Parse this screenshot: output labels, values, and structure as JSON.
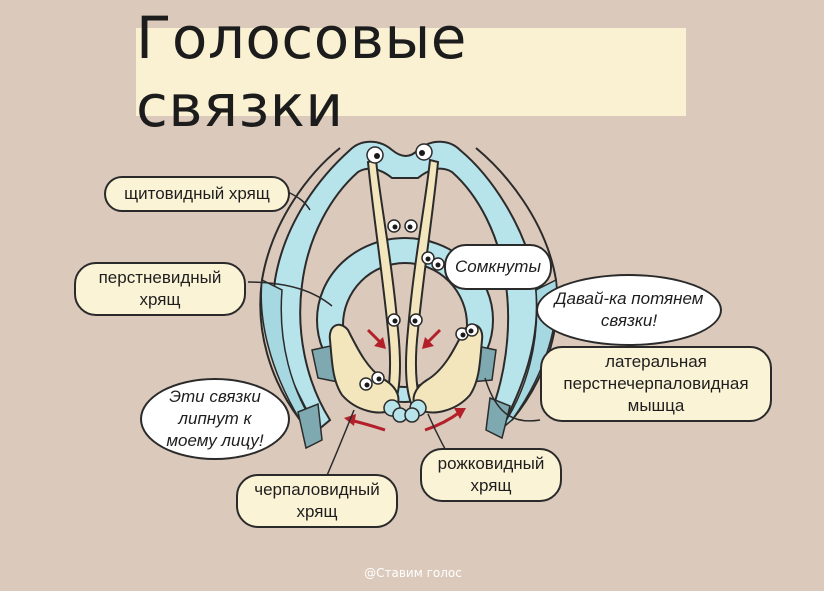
{
  "title": "Голосовые связки",
  "labels": {
    "thyroid": "щитовидный хрящ",
    "cricoid": "перстневидный хрящ",
    "arytenoid": "черпаловидный хрящ",
    "corniculate": "рожковидный хрящ",
    "muscle": "латеральная перстнечерпаловидная мышца"
  },
  "speech": {
    "closed": "Сомкнуты",
    "pull": "Давай-ка потянем связки!",
    "stick": "Эти связки липнут к моему лицу!"
  },
  "credit": "@Ставим голос",
  "colors": {
    "background": "#dbc9bb",
    "cartilage_blue": "#b7e3ea",
    "outline": "#2b2b2b",
    "arytenoid_fill": "#f3e6bd",
    "arrows": "#b3202a",
    "label_bg": "#fbf3d6"
  }
}
